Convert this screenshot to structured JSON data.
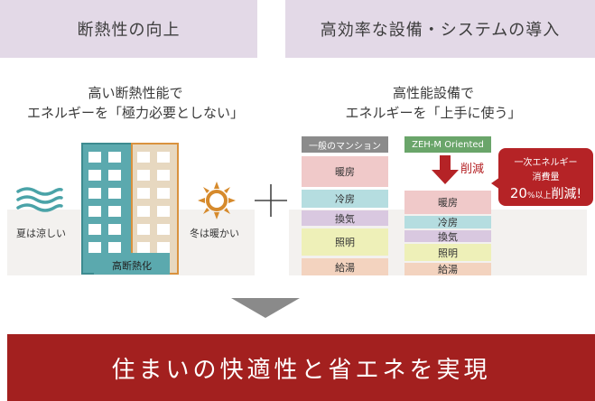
{
  "left": {
    "tag": "断熱性の向上",
    "sub1": "高い断熱性能で",
    "sub2": "エネルギーを「極力必要としない」",
    "summer": "夏は涼しい",
    "winter": "冬は暖かい",
    "building": "高断熱化"
  },
  "right": {
    "tag": "高効率な設備・システムの導入",
    "sub1": "高性能設備で",
    "sub2": "エネルギーを「上手に使う」",
    "general_label": "一般のマンション",
    "zeh_label": "ZEH-M Oriented",
    "reduce": "削減",
    "callout1": "一次エネルギー",
    "callout2": "消費量",
    "callout3a": "20",
    "callout3b": "%以上",
    "callout3c": "削減!",
    "items": [
      "暖房",
      "冷房",
      "換気",
      "照明",
      "給湯"
    ]
  },
  "colors": {
    "heating": "#f0c9c9",
    "cooling": "#b5dde0",
    "ventilation": "#d9c8e0",
    "lighting": "#eef0b8",
    "hotwater": "#f3d3bf",
    "banner": "#a3201f",
    "tag": "#e3d9e7"
  },
  "banner": "住まいの快適性と省エネを実現"
}
